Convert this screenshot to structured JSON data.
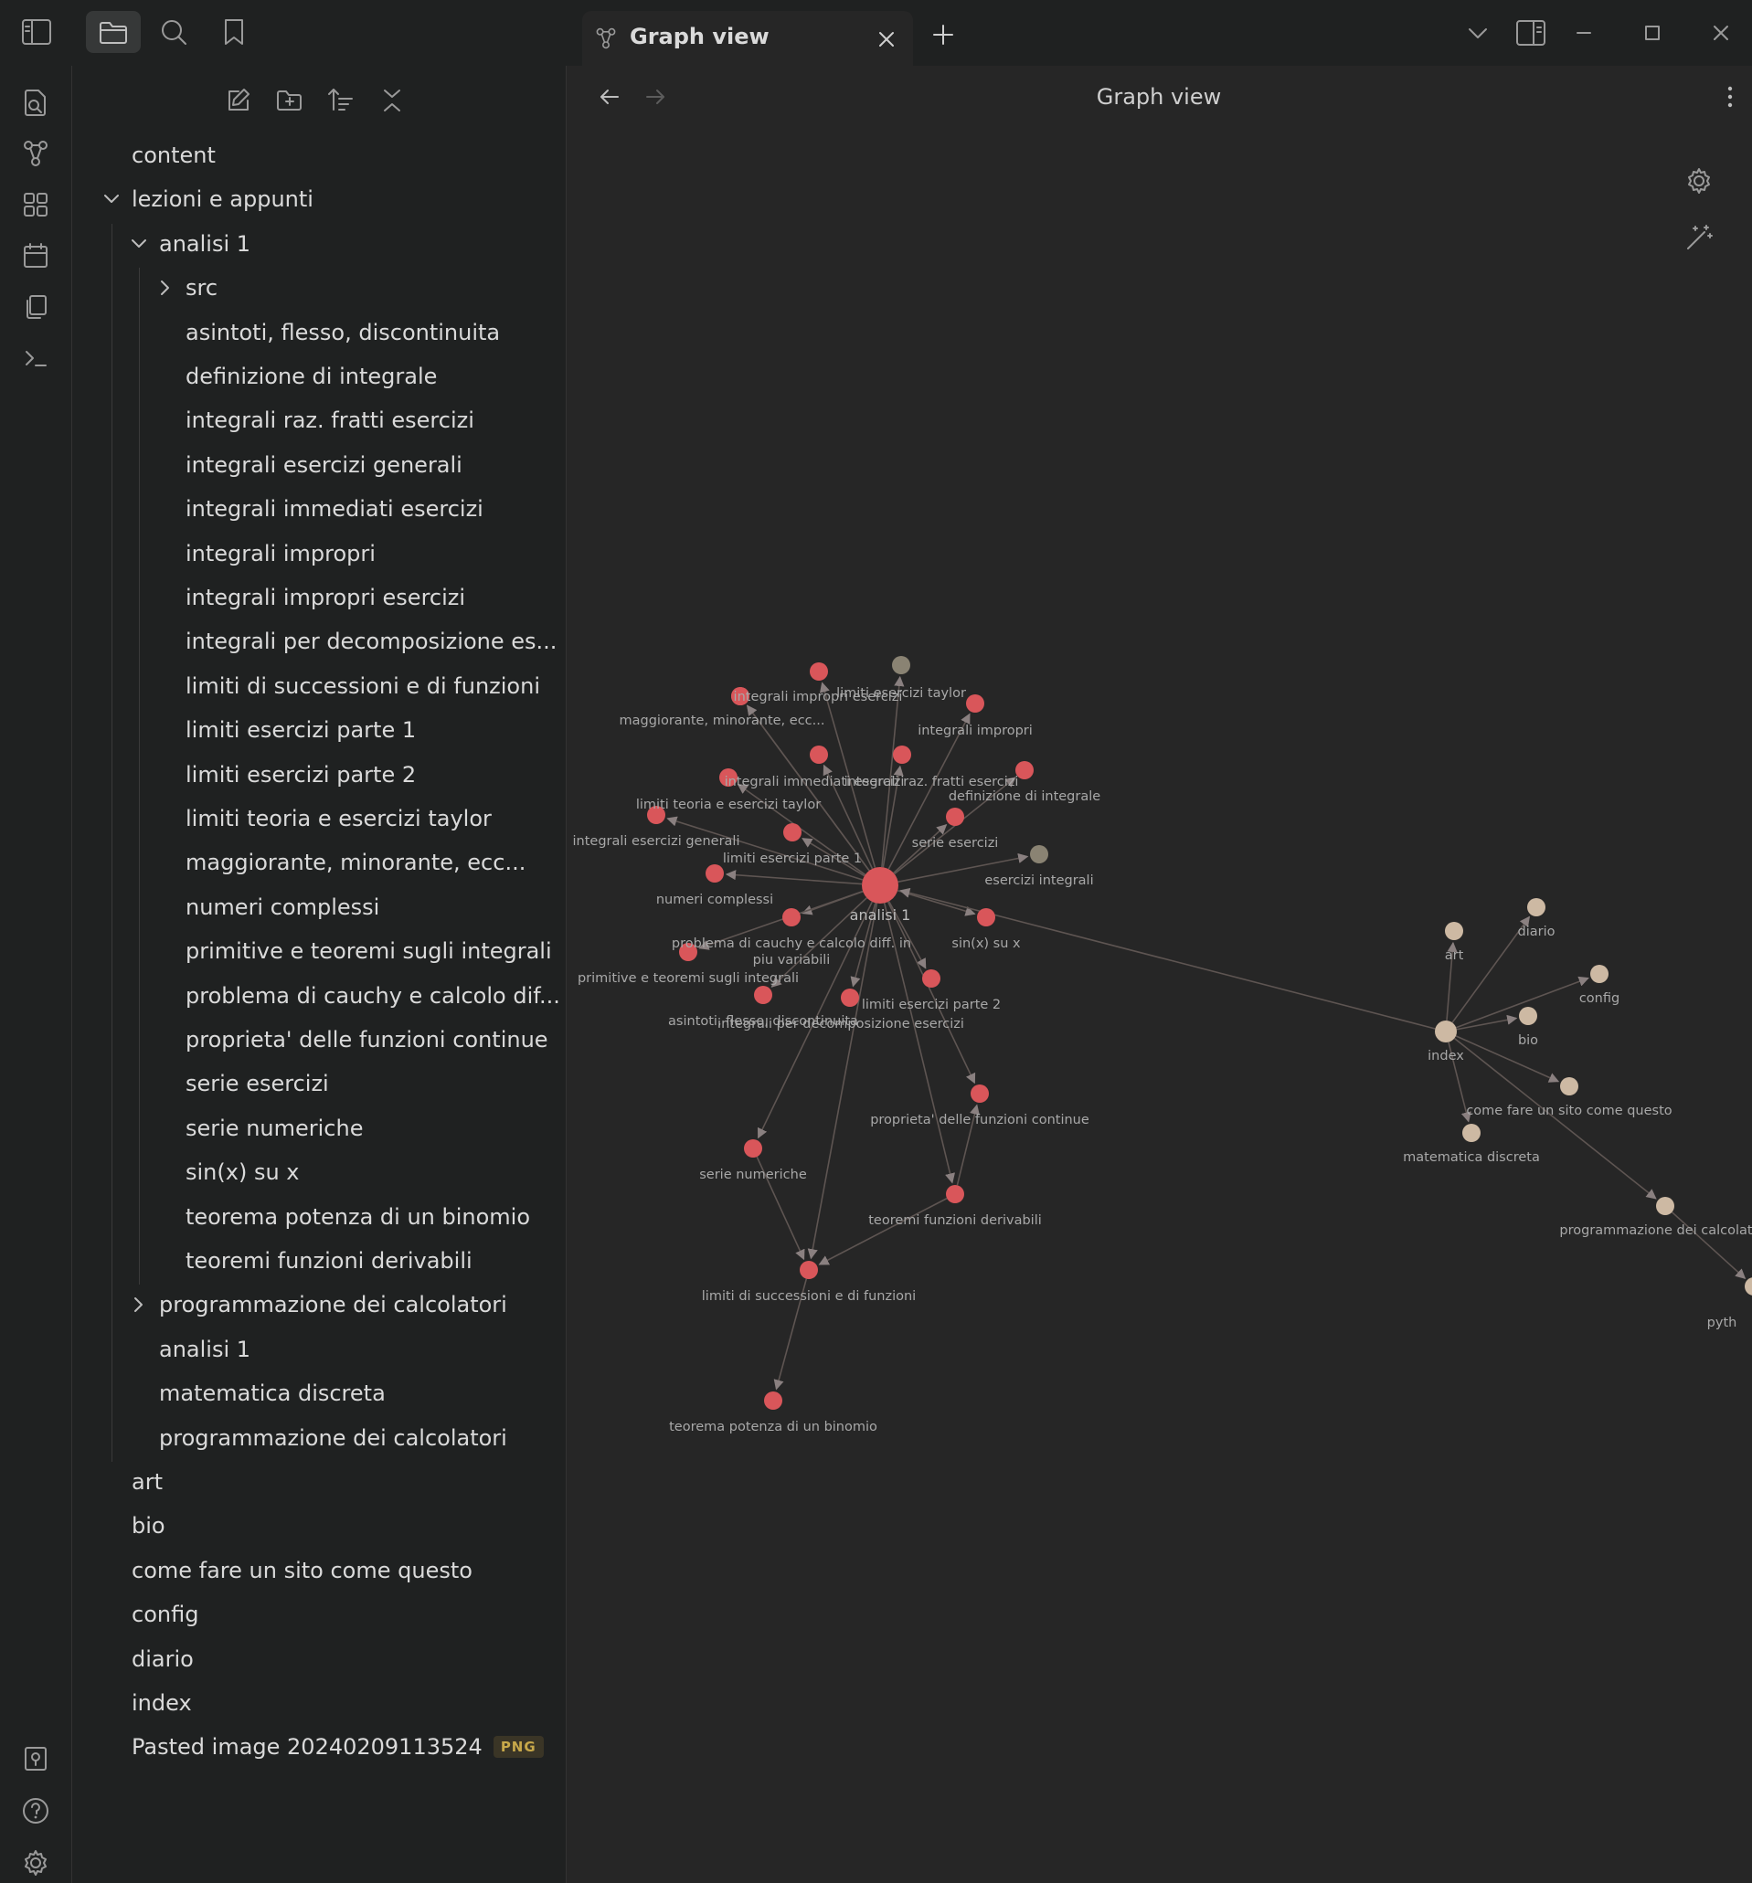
{
  "tab": {
    "title": "Graph view"
  },
  "view": {
    "title": "Graph view"
  },
  "tree": {
    "rows": [
      {
        "label": "content",
        "depth": 0,
        "chevron": "none"
      },
      {
        "label": "lezioni e appunti",
        "depth": 0,
        "chevron": "down"
      },
      {
        "label": "analisi 1",
        "depth": 1,
        "chevron": "down"
      },
      {
        "label": "src",
        "depth": 2,
        "chevron": "right"
      },
      {
        "label": "asintoti, flesso, discontinuita",
        "depth": 2,
        "chevron": "none"
      },
      {
        "label": "definizione di integrale",
        "depth": 2,
        "chevron": "none"
      },
      {
        "label": "integrali raz. fratti esercizi",
        "depth": 2,
        "chevron": "none"
      },
      {
        "label": "integrali esercizi generali",
        "depth": 2,
        "chevron": "none"
      },
      {
        "label": "integrali immediati esercizi",
        "depth": 2,
        "chevron": "none"
      },
      {
        "label": "integrali impropri",
        "depth": 2,
        "chevron": "none"
      },
      {
        "label": "integrali impropri esercizi",
        "depth": 2,
        "chevron": "none"
      },
      {
        "label": "integrali per decomposizione es...",
        "depth": 2,
        "chevron": "none"
      },
      {
        "label": "limiti di successioni e di funzioni",
        "depth": 2,
        "chevron": "none"
      },
      {
        "label": "limiti esercizi parte 1",
        "depth": 2,
        "chevron": "none"
      },
      {
        "label": "limiti esercizi parte 2",
        "depth": 2,
        "chevron": "none"
      },
      {
        "label": "limiti teoria e esercizi taylor",
        "depth": 2,
        "chevron": "none"
      },
      {
        "label": "maggiorante, minorante, ecc...",
        "depth": 2,
        "chevron": "none"
      },
      {
        "label": "numeri complessi",
        "depth": 2,
        "chevron": "none"
      },
      {
        "label": "primitive e teoremi sugli integrali",
        "depth": 2,
        "chevron": "none"
      },
      {
        "label": "problema di cauchy e calcolo dif...",
        "depth": 2,
        "chevron": "none"
      },
      {
        "label": "proprieta' delle funzioni continue",
        "depth": 2,
        "chevron": "none"
      },
      {
        "label": "serie esercizi",
        "depth": 2,
        "chevron": "none"
      },
      {
        "label": "serie numeriche",
        "depth": 2,
        "chevron": "none"
      },
      {
        "label": "sin(x) su x",
        "depth": 2,
        "chevron": "none"
      },
      {
        "label": "teorema potenza di un binomio",
        "depth": 2,
        "chevron": "none"
      },
      {
        "label": "teoremi funzioni derivabili",
        "depth": 2,
        "chevron": "none"
      },
      {
        "label": "programmazione dei calcolatori",
        "depth": 1,
        "chevron": "right"
      },
      {
        "label": "analisi 1",
        "depth": 1,
        "chevron": "none"
      },
      {
        "label": "matematica discreta",
        "depth": 1,
        "chevron": "none"
      },
      {
        "label": "programmazione dei calcolatori",
        "depth": 1,
        "chevron": "none"
      },
      {
        "label": "art",
        "depth": 0,
        "chevron": "none"
      },
      {
        "label": "bio",
        "depth": 0,
        "chevron": "none"
      },
      {
        "label": "come fare un sito come questo",
        "depth": 0,
        "chevron": "none"
      },
      {
        "label": "config",
        "depth": 0,
        "chevron": "none"
      },
      {
        "label": "diario",
        "depth": 0,
        "chevron": "none"
      },
      {
        "label": "index",
        "depth": 0,
        "chevron": "none"
      },
      {
        "label": "Pasted image 20240209113524",
        "depth": 0,
        "chevron": "none",
        "badge": "PNG"
      }
    ]
  },
  "colors": {
    "note_node": "#d9565a",
    "hub_node": "#cdb9a3",
    "unresolved_node": "#8a8373",
    "edge": "#5e5552",
    "label": "#a8a8a8",
    "badge": "#c7a84a"
  },
  "icons": {
    "ribbon": [
      "open-quick-switcher-icon",
      "graph-icon",
      "canvas-icon",
      "calendar-icon",
      "copy-icon",
      "terminal-icon",
      "vault-icon",
      "help-icon",
      "settings-icon"
    ],
    "sidebar_tabs": [
      "sidebar-toggle-icon",
      "folder-icon",
      "search-icon",
      "bookmark-icon"
    ],
    "file_toolbar": [
      "new-note-icon",
      "new-folder-icon",
      "sort-icon",
      "collapse-all-icon"
    ]
  },
  "graph": {
    "nodes": [
      {
        "id": "analisi1",
        "label": "analisi 1",
        "kind": "note",
        "size": "large"
      },
      {
        "id": "n_imp_es",
        "label": "integrali impropri esercizi",
        "kind": "note"
      },
      {
        "id": "n_top",
        "label": "",
        "kind": "note"
      },
      {
        "id": "n_taylor_top",
        "label": "limiti esercizi taylor",
        "kind": "unresolved"
      },
      {
        "id": "n_magg",
        "label": "maggiorante, minorante, ecc...",
        "kind": "note"
      },
      {
        "id": "n_impropri",
        "label": "integrali impropri",
        "kind": "note"
      },
      {
        "id": "n_immed",
        "label": "integrali immediati esercizi",
        "kind": "note"
      },
      {
        "id": "n_razfr",
        "label": "integrali raz. fratti esercizi",
        "kind": "note"
      },
      {
        "id": "n_defint",
        "label": "definizione di integrale",
        "kind": "note"
      },
      {
        "id": "n_teoria_taylor",
        "label": "limiti teoria e esercizi taylor",
        "kind": "note"
      },
      {
        "id": "n_int_gen",
        "label": "integrali esercizi generali",
        "kind": "note"
      },
      {
        "id": "n_serie_es",
        "label": "serie esercizi",
        "kind": "note"
      },
      {
        "id": "n_lim1",
        "label": "limiti esercizi parte 1",
        "kind": "note"
      },
      {
        "id": "n_es_int",
        "label": "esercizi integrali",
        "kind": "unresolved"
      },
      {
        "id": "n_compl",
        "label": "numeri complessi",
        "kind": "note"
      },
      {
        "id": "n_cauchy",
        "label": "problema di cauchy e calcolo diff. in piu variabili",
        "kind": "note"
      },
      {
        "id": "n_sin",
        "label": "sin(x) su x",
        "kind": "note"
      },
      {
        "id": "n_prim",
        "label": "primitive e teoremi sugli integrali",
        "kind": "note"
      },
      {
        "id": "n_lim2",
        "label": "limiti esercizi parte 2",
        "kind": "note"
      },
      {
        "id": "n_asint",
        "label": "asintoti, flesso, discontinuita",
        "kind": "note"
      },
      {
        "id": "n_decomp",
        "label": "integrali per decomposizione esercizi",
        "kind": "note"
      },
      {
        "id": "n_prop",
        "label": "proprieta' delle funzioni continue",
        "kind": "note"
      },
      {
        "id": "n_serie_num",
        "label": "serie numeriche",
        "kind": "note"
      },
      {
        "id": "n_teo_der",
        "label": "teoremi funzioni derivabili",
        "kind": "note"
      },
      {
        "id": "n_lim_succ",
        "label": "limiti di successioni e di funzioni",
        "kind": "note"
      },
      {
        "id": "n_binom",
        "label": "teorema potenza di un binomio",
        "kind": "note"
      },
      {
        "id": "index",
        "label": "index",
        "kind": "hub"
      },
      {
        "id": "art",
        "label": "art",
        "kind": "hub"
      },
      {
        "id": "diario",
        "label": "diario",
        "kind": "hub"
      },
      {
        "id": "config",
        "label": "config",
        "kind": "hub"
      },
      {
        "id": "bio",
        "label": "bio",
        "kind": "hub"
      },
      {
        "id": "sito",
        "label": "come fare un sito come questo",
        "kind": "hub"
      },
      {
        "id": "matdisc",
        "label": "matematica discreta",
        "kind": "hub"
      },
      {
        "id": "progcalc",
        "label": "programmazione dei calcolat",
        "kind": "hub"
      },
      {
        "id": "pyth",
        "label": "pyth",
        "kind": "hub"
      }
    ],
    "edges": [
      [
        "analisi1",
        "n_imp_es"
      ],
      [
        "analisi1",
        "n_top"
      ],
      [
        "analisi1",
        "n_taylor_top"
      ],
      [
        "analisi1",
        "n_magg"
      ],
      [
        "analisi1",
        "n_impropri"
      ],
      [
        "analisi1",
        "n_immed"
      ],
      [
        "analisi1",
        "n_razfr"
      ],
      [
        "analisi1",
        "n_defint"
      ],
      [
        "analisi1",
        "n_teoria_taylor"
      ],
      [
        "analisi1",
        "n_int_gen"
      ],
      [
        "analisi1",
        "n_serie_es"
      ],
      [
        "analisi1",
        "n_lim1"
      ],
      [
        "analisi1",
        "n_es_int"
      ],
      [
        "analisi1",
        "n_compl"
      ],
      [
        "analisi1",
        "n_cauchy"
      ],
      [
        "analisi1",
        "n_sin"
      ],
      [
        "analisi1",
        "n_prim"
      ],
      [
        "analisi1",
        "n_lim2"
      ],
      [
        "analisi1",
        "n_asint"
      ],
      [
        "analisi1",
        "n_decomp"
      ],
      [
        "analisi1",
        "n_prop"
      ],
      [
        "analisi1",
        "n_serie_num"
      ],
      [
        "analisi1",
        "n_teo_der"
      ],
      [
        "analisi1",
        "n_lim_succ"
      ],
      [
        "n_serie_num",
        "n_lim_succ"
      ],
      [
        "n_teo_der",
        "n_lim_succ"
      ],
      [
        "n_teo_der",
        "n_prop"
      ],
      [
        "n_lim_succ",
        "n_binom"
      ],
      [
        "index",
        "analisi1"
      ],
      [
        "index",
        "art"
      ],
      [
        "index",
        "diario"
      ],
      [
        "index",
        "config"
      ],
      [
        "index",
        "bio"
      ],
      [
        "index",
        "sito"
      ],
      [
        "index",
        "matdisc"
      ],
      [
        "index",
        "progcalc"
      ],
      [
        "progcalc",
        "pyth"
      ]
    ]
  }
}
